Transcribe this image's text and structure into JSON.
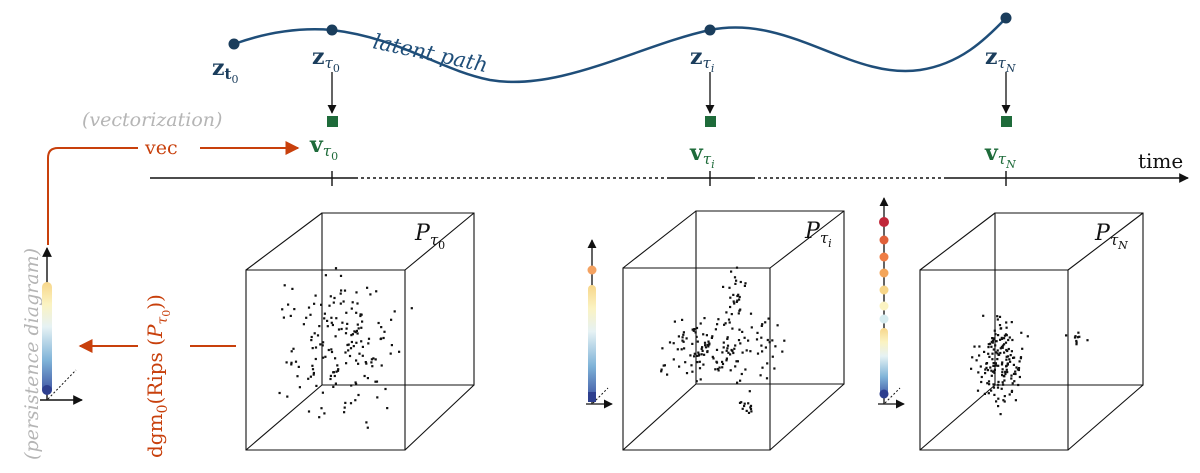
{
  "colors": {
    "path": "#1f4e79",
    "node": "#1a3d5c",
    "vec": "#1e6b3a",
    "accent": "#c8400c",
    "muted": "#b5b5b5",
    "ink": "#111111"
  },
  "latent": {
    "label": "latent path",
    "z0": {
      "base": "z",
      "sub": "t",
      "subsub": "0"
    },
    "ztau0": {
      "base": "z",
      "sub": "τ",
      "subsub": "0"
    },
    "ztaui": {
      "base": "z",
      "sub": "τ",
      "subsub": "i"
    },
    "ztauN": {
      "base": "z",
      "sub": "τ",
      "subsub": "N"
    }
  },
  "vectors": {
    "vtau0": {
      "base": "v",
      "sub": "τ",
      "subsub": "0"
    },
    "vtaui": {
      "base": "v",
      "sub": "τ",
      "subsub": "i"
    },
    "vtauN": {
      "base": "v",
      "sub": "τ",
      "subsub": "N"
    }
  },
  "axis": {
    "label": "time"
  },
  "left": {
    "vectorization": "(vectorization)",
    "vec": "vec",
    "persistence": "(persistence diagram)",
    "dgm": "dgm",
    "dgm_sub": "0",
    "rips": "(Rips (",
    "rips_P": "P",
    "rips_sub": "τ",
    "rips_subsub": "0",
    "rips_close": "))"
  },
  "clouds": {
    "p0": {
      "base": "P",
      "sub": "τ",
      "subsub": "0"
    },
    "pi": {
      "base": "P",
      "sub": "τ",
      "subsub": "i"
    },
    "pN": {
      "base": "P",
      "sub": "τ",
      "subsub": "N"
    }
  }
}
